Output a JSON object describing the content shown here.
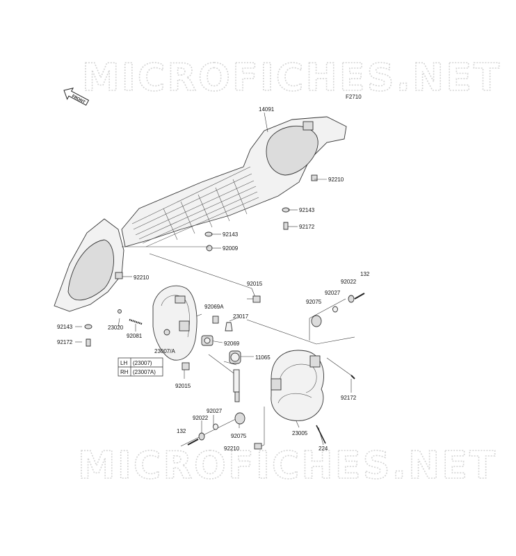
{
  "watermark": {
    "top": "MICROFICHES.NET",
    "bottom": "MICROFICHES.NET"
  },
  "figure_code": "F2710",
  "front_arrow": {
    "label": "FRONT",
    "icon": "front-arrow-icon"
  },
  "parts": [
    {
      "id": "p14091",
      "number": "14091"
    },
    {
      "id": "p92210a",
      "number": "92210"
    },
    {
      "id": "p92143a",
      "number": "92143"
    },
    {
      "id": "p92172a",
      "number": "92172"
    },
    {
      "id": "p92143b",
      "number": "92143"
    },
    {
      "id": "p92009",
      "number": "92009"
    },
    {
      "id": "p92210b",
      "number": "92210"
    },
    {
      "id": "p92143c",
      "number": "92143"
    },
    {
      "id": "p92172b",
      "number": "92172"
    },
    {
      "id": "p23020",
      "number": "23020"
    },
    {
      "id": "p92081",
      "number": "92081"
    },
    {
      "id": "p23007A",
      "number": "23007/A"
    },
    {
      "id": "p92015a",
      "number": "92015"
    },
    {
      "id": "p92069A",
      "number": "92069A"
    },
    {
      "id": "p23017",
      "number": "23017"
    },
    {
      "id": "p92069",
      "number": "92069"
    },
    {
      "id": "p11065",
      "number": "11065"
    },
    {
      "id": "p92015b",
      "number": "92015"
    },
    {
      "id": "p132a",
      "number": "132"
    },
    {
      "id": "p92022a",
      "number": "92022"
    },
    {
      "id": "p92027a",
      "number": "92027"
    },
    {
      "id": "p92075a",
      "number": "92075"
    },
    {
      "id": "p92172c",
      "number": "92172"
    },
    {
      "id": "p23005",
      "number": "23005"
    },
    {
      "id": "p224",
      "number": "224"
    },
    {
      "id": "p92075b",
      "number": "92075"
    },
    {
      "id": "p92027b",
      "number": "92027"
    },
    {
      "id": "p92022b",
      "number": "92022"
    },
    {
      "id": "p132b",
      "number": "132"
    },
    {
      "id": "p92210c",
      "number": "92210"
    }
  ],
  "side_table": [
    {
      "side": "LH",
      "part": "(23007)"
    },
    {
      "side": "RH",
      "part": "(23007A)"
    }
  ]
}
